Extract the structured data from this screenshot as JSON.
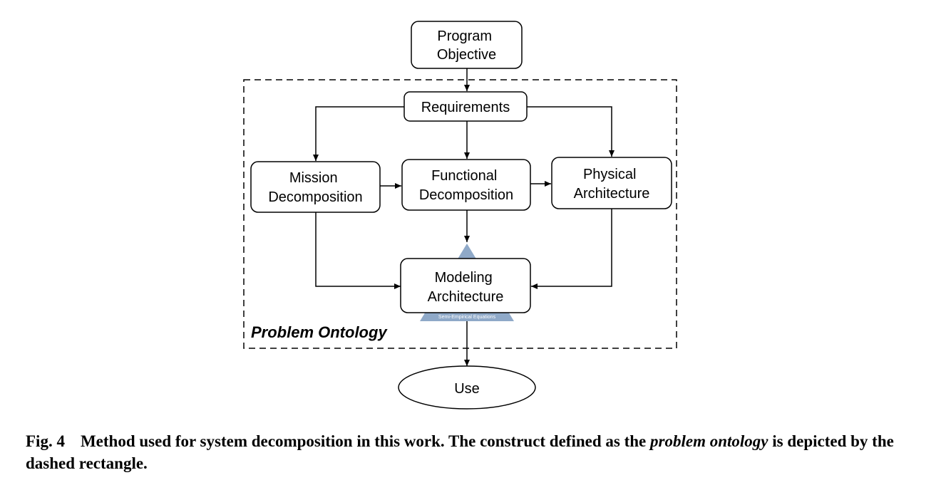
{
  "nodes": {
    "program_objective": [
      "Program",
      "Objective"
    ],
    "requirements": [
      "Requirements"
    ],
    "mission_decomposition": [
      "Mission",
      "Decomposition"
    ],
    "functional_decomposition": [
      "Functional",
      "Decomposition"
    ],
    "physical_architecture": [
      "Physical",
      "Architecture"
    ],
    "modeling_architecture": [
      "Modeling",
      "Architecture"
    ],
    "use": [
      "Use"
    ]
  },
  "ontology_label": "Problem Ontology",
  "triangle_label": "Semi-Empirical Equations",
  "colors": {
    "triangle": "#8fa9c8",
    "stroke": "#000000"
  },
  "caption": {
    "fig": "Fig. 4",
    "text_before": "Method used for system decomposition in this work. The construct defined as the ",
    "emphasis": "problem ontology",
    "text_after": " is depicted by the dashed rectangle."
  }
}
